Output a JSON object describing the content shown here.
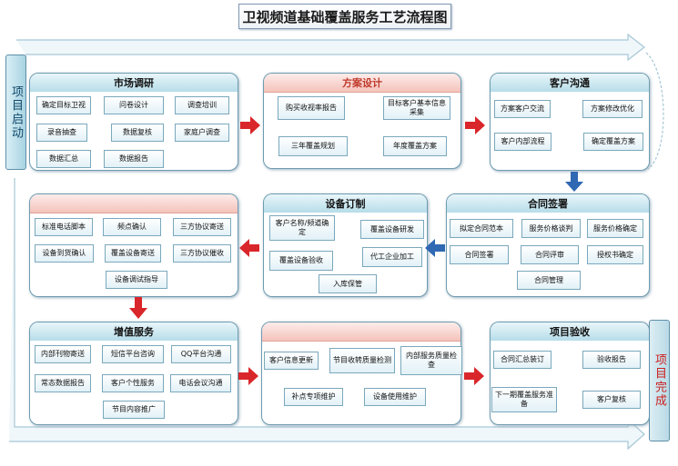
{
  "title": "卫视频道基础覆盖服务工艺流程图",
  "sidebar": {
    "start": "项目启动",
    "end": "项目完成"
  },
  "colors": {
    "accent_red": "#d9262a",
    "accent_blue": "#2f68b3",
    "panel_border": "#6e9cb0"
  },
  "panels": {
    "market_research": {
      "title": "市场调研",
      "items": [
        "确定目标卫视",
        "问卷设计",
        "调查培训",
        "家庭户调查",
        "数据复核",
        "录音抽查",
        "数据汇总",
        "数据报告"
      ]
    },
    "plan_design": {
      "title": "方案设计",
      "items": [
        "购买收视率报告",
        "目标客户基本信息采集",
        "年度覆盖方案",
        "三年覆盖规划"
      ]
    },
    "customer_comm": {
      "title": "客户沟通",
      "items": [
        "方案客户交流",
        "方案修改优化",
        "确定覆盖方案",
        "客户内部流程"
      ]
    },
    "contract_sign": {
      "title": "合同签署",
      "items": [
        "拟定合同范本",
        "服务价格谈判",
        "服务价格确定",
        "授权书确定",
        "合同评审",
        "合同签署",
        "合同管理"
      ]
    },
    "equipment_custom": {
      "title": "设备订制",
      "items": [
        "客户名称/频道确定",
        "覆盖设备研发",
        "代工企业加工",
        "覆盖设备验收",
        "入库保管"
      ]
    },
    "implementation": {
      "title": "",
      "items": [
        "标准电话脚本",
        "频点确认",
        "三方协议寄送",
        "三方协议催收",
        "覆盖设备寄送",
        "设备到货确认",
        "设备调试指导"
      ]
    },
    "value_added": {
      "title": "增值服务",
      "items": [
        "内部刊物寄送",
        "短信平台咨询",
        "QQ平台沟通",
        "电话会议沟通",
        "客户个性服务",
        "常态数据报告",
        "节目内容推广"
      ]
    },
    "quality": {
      "title": "",
      "items": [
        "客户信息更新",
        "节目收转质量检测",
        "内部服务质量检查",
        "设备使用维护",
        "补点专项维护"
      ]
    },
    "acceptance": {
      "title": "项目验收",
      "items": [
        "合同汇总装订",
        "验收报告",
        "客户复核",
        "下一期覆盖服务准备"
      ]
    }
  }
}
